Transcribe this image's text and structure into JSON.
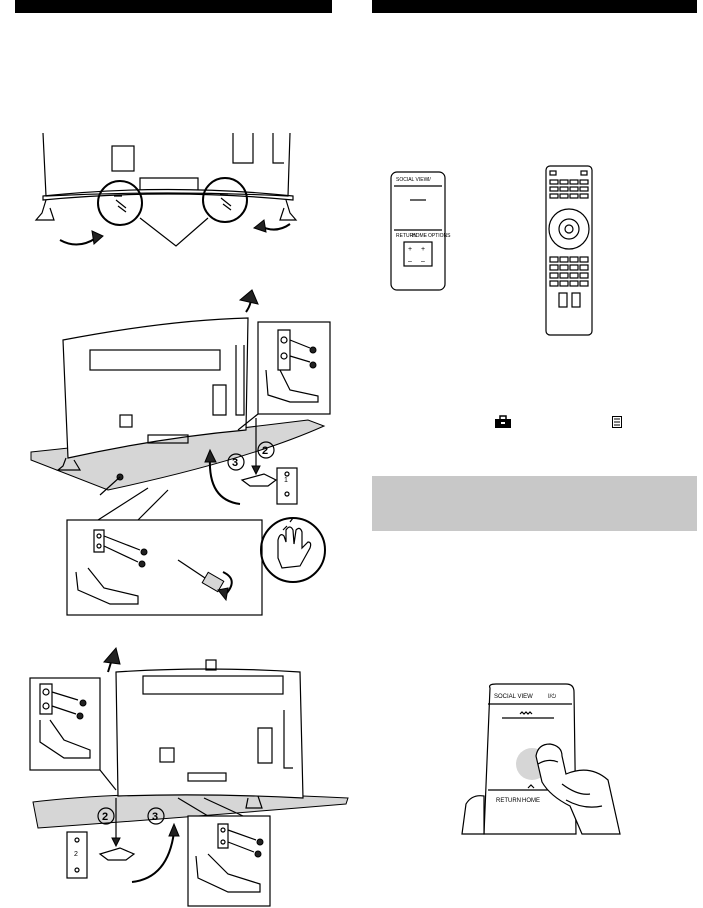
{
  "steps": {
    "remove_tv": "2",
    "remove_stand": "3",
    "side_label_upper": "1",
    "side_label_lower": "2"
  },
  "remote_touch": {
    "social_view": "SOCIAL VIEW",
    "power": "I/⏻",
    "return": "RETURN",
    "home": "HOME"
  },
  "icons": {
    "toolbox": "toolbox-icon",
    "options": "options-icon",
    "hand_caution": "hand-caution-icon",
    "screwdriver": "screwdriver-icon"
  }
}
